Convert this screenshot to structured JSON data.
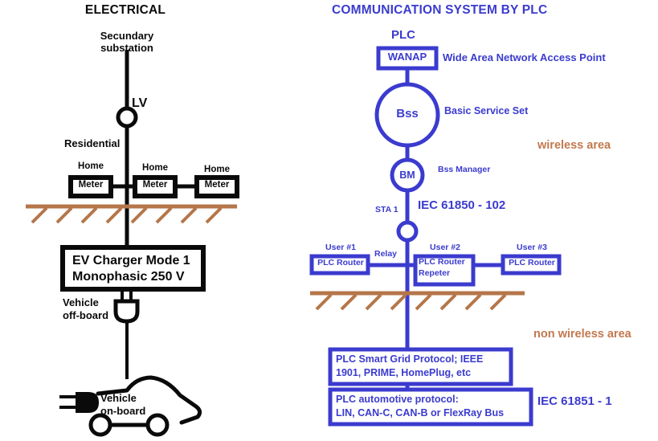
{
  "diagram": {
    "titles": {
      "left": "ELECTRICAL",
      "right": "COMMUNICATION SYSTEM BY PLC"
    },
    "areas": {
      "wireless": "wireless area",
      "non_wireless": "non wireless area"
    },
    "electrical": {
      "substation_line1": "Secundary",
      "substation_line2": "substation",
      "lv_label": "LV",
      "residential_label": "Residential",
      "homes": [
        {
          "caption": "Home",
          "box": "Meter"
        },
        {
          "caption": "Home",
          "box": "Meter"
        },
        {
          "caption": "Home",
          "box": "Meter"
        }
      ],
      "charger_line1": "EV Charger Mode 1",
      "charger_line2": "Monophasic 250 V",
      "vehicle_off_line1": "Vehicle",
      "vehicle_off_line2": "off-board",
      "vehicle_on_line1": "Vehicle",
      "vehicle_on_line2": "on-board"
    },
    "plc": {
      "plc_label": "PLC",
      "wanap_box": "WANAP",
      "wanap_expansion": "Wide Area Network Access Point",
      "bss_node": "Bss",
      "bss_expansion": "Basic Service Set",
      "bm_node": "BM",
      "bm_expansion": "Bss Manager",
      "sta_label": "STA 1",
      "standard_top": "IEC 61850 - 102",
      "relay_label": "Relay",
      "users": [
        {
          "caption": "User #1",
          "box_line1": "PLC Router",
          "box_line2": ""
        },
        {
          "caption": "User #2",
          "box_line1": "PLC Router",
          "box_line2": "Repeter"
        },
        {
          "caption": "User #3",
          "box_line1": "PLC Router",
          "box_line2": ""
        }
      ],
      "protocol_grid_line1": "PLC Smart Grid Protocol; IEEE",
      "protocol_grid_line2": "1901, PRIME, HomePlug, etc",
      "protocol_auto_line1": "PLC automotive protocol:",
      "protocol_auto_line2": "LIN, CAN-C, CAN-B or FlexRay Bus",
      "standard_bottom": "IEC 61851 - 1"
    },
    "colors": {
      "blue": "#3b3bcf",
      "black": "#0a0a0a",
      "brown": "#b5764a",
      "white": "#ffffff"
    }
  }
}
